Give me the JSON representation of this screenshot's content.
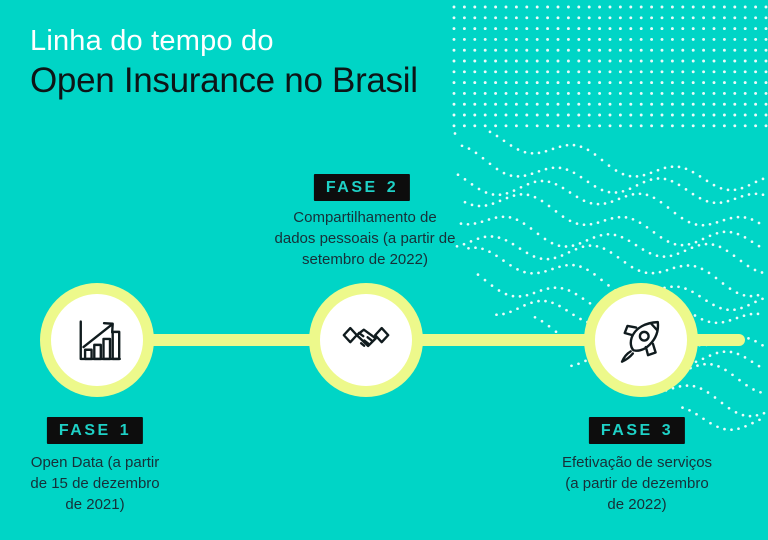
{
  "infographic": {
    "title_line1": "Linha do tempo do",
    "title_line2": "Open Insurance no Brasil"
  },
  "phases": [
    {
      "badge_word": "FASE",
      "badge_number": "1",
      "description_lines": [
        "Open Data (a partir",
        "de 15 de dezembro",
        "de 2021)"
      ],
      "icon": "bar-chart-growth-icon"
    },
    {
      "badge_word": "FASE",
      "badge_number": "2",
      "description_lines": [
        "Compartilhamento de",
        "dados pessoais (a partir de",
        "setembro de 2022)"
      ],
      "icon": "handshake-icon"
    },
    {
      "badge_word": "FASE",
      "badge_number": "3",
      "description_lines": [
        "Efetivação de serviços",
        "(a partir de dezembro",
        "de 2022)"
      ],
      "icon": "rocket-icon"
    }
  ],
  "colors": {
    "background": "#00d5c6",
    "timeline_accent": "#edf98b",
    "badge_background": "#0d0d0d",
    "badge_text": "#1ed1c6",
    "title_primary": "#ffffff",
    "title_secondary": "#0d1517",
    "body_text": "#173038",
    "icon_stroke": "#101b1e",
    "dots": "#ffffff"
  }
}
